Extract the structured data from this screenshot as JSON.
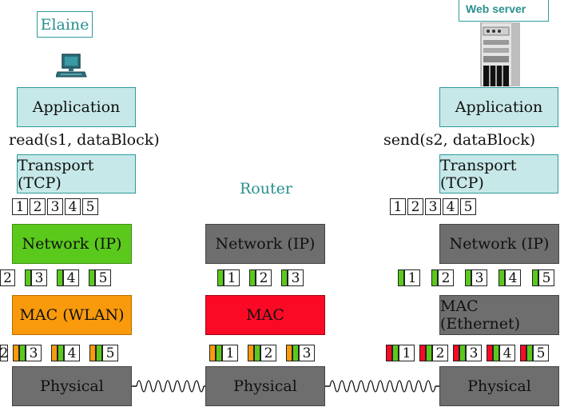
{
  "elaine_label": "Elaine",
  "webserver_label": "Web server",
  "router_label": "Router",
  "left": {
    "application": "Application",
    "call": "read(s1, dataBlock)",
    "transport": "Transport (TCP)",
    "network": "Network (IP)",
    "mac": "MAC (WLAN)",
    "physical": "Physical"
  },
  "router": {
    "network": "Network (IP)",
    "mac": "MAC",
    "physical": "Physical"
  },
  "right": {
    "application": "Application",
    "call": "send(s2, dataBlock)",
    "transport": "Transport (TCP)",
    "network": "Network (IP)",
    "mac": "MAC (Ethernet)",
    "physical": "Physical"
  },
  "segments": [
    "1",
    "2",
    "3",
    "4",
    "5"
  ],
  "colors": {
    "teal_box": "#c6e8e8",
    "ip_green": "#5ac91c",
    "wlan_orange": "#f99a0c",
    "mac_red": "#fb0a26",
    "physical_gray": "#6e6e6e"
  }
}
